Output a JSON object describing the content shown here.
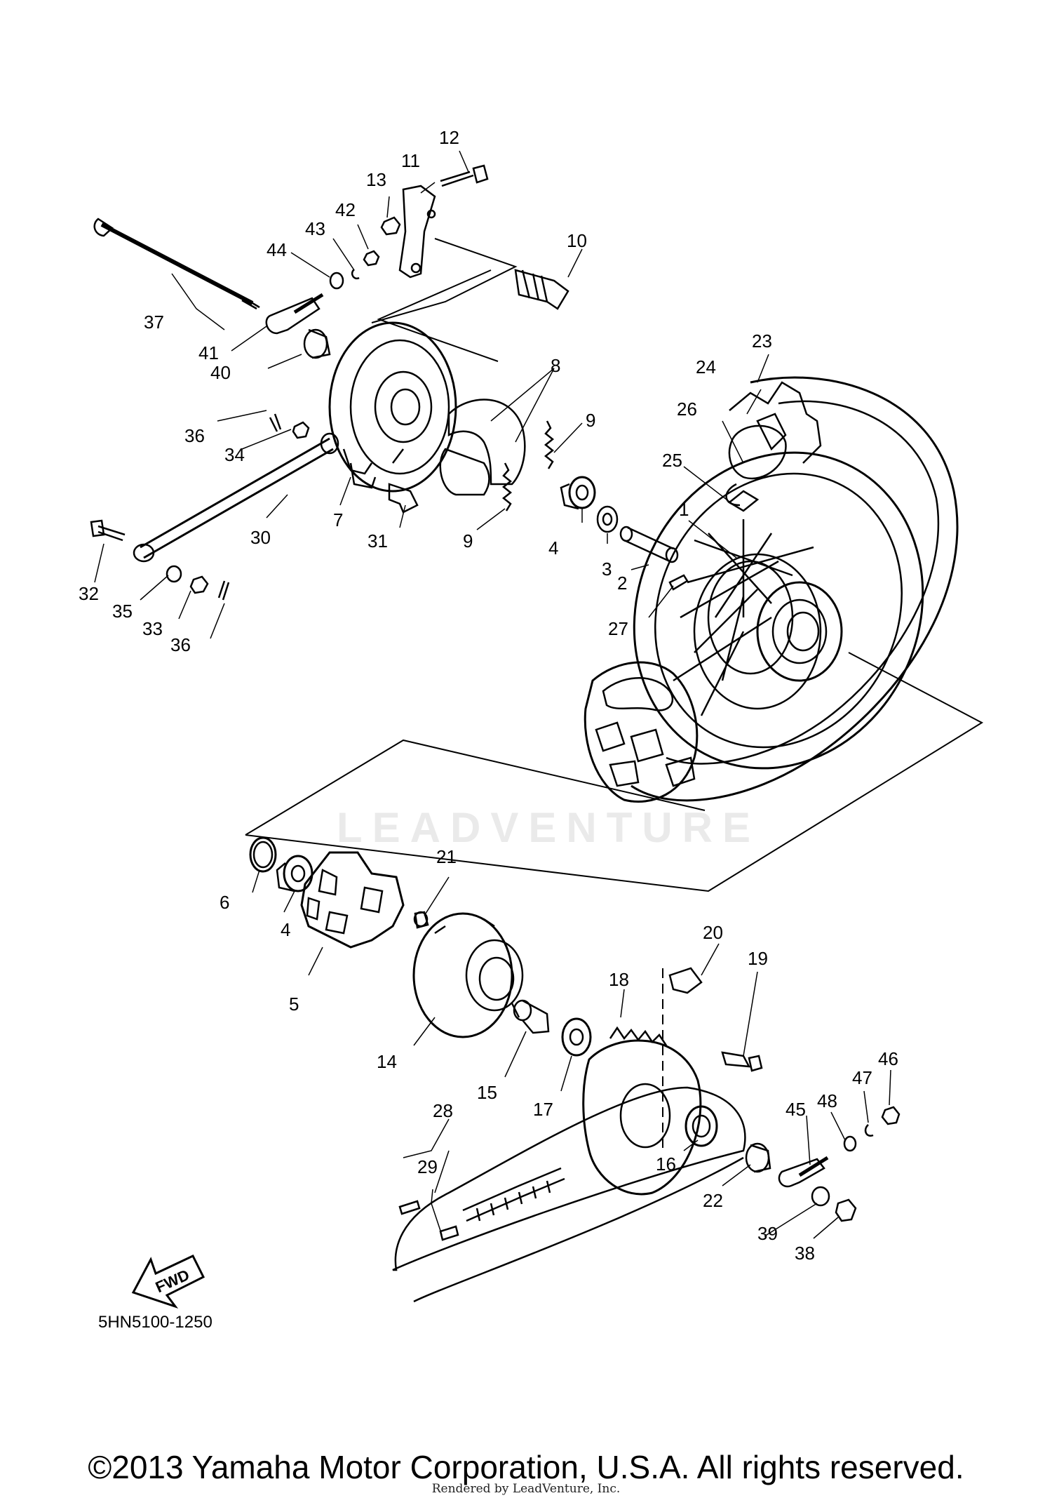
{
  "diagram": {
    "diagram_code": "5HN5100-1250",
    "fwd_label": "FWD",
    "watermark_text": "LEADVENTURE",
    "labels": {
      "p1": "1",
      "p2": "2",
      "p3": "3",
      "p4a": "4",
      "p4b": "4",
      "p5": "5",
      "p6": "6",
      "p7": "7",
      "p8": "8",
      "p9a": "9",
      "p9b": "9",
      "p10": "10",
      "p11": "11",
      "p12": "12",
      "p13": "13",
      "p14": "14",
      "p15": "15",
      "p16": "16",
      "p17": "17",
      "p18": "18",
      "p19": "19",
      "p20": "20",
      "p21": "21",
      "p22": "22",
      "p23": "23",
      "p24": "24",
      "p25": "25",
      "p26": "26",
      "p27": "27",
      "p28": "28",
      "p29": "29",
      "p30": "30",
      "p31": "31",
      "p32": "32",
      "p33": "33",
      "p34": "34",
      "p35": "35",
      "p36a": "36",
      "p36b": "36",
      "p37": "37",
      "p38": "38",
      "p39": "39",
      "p40": "40",
      "p41": "41",
      "p42": "42",
      "p43": "43",
      "p44": "44",
      "p45": "45",
      "p46": "46",
      "p47": "47",
      "p48": "48"
    }
  },
  "footer": {
    "copyright": "©2013 Yamaha Motor Corporation, U.S.A. All rights reserved.",
    "rendered_by": "Rendered by LeadVenture, Inc."
  }
}
